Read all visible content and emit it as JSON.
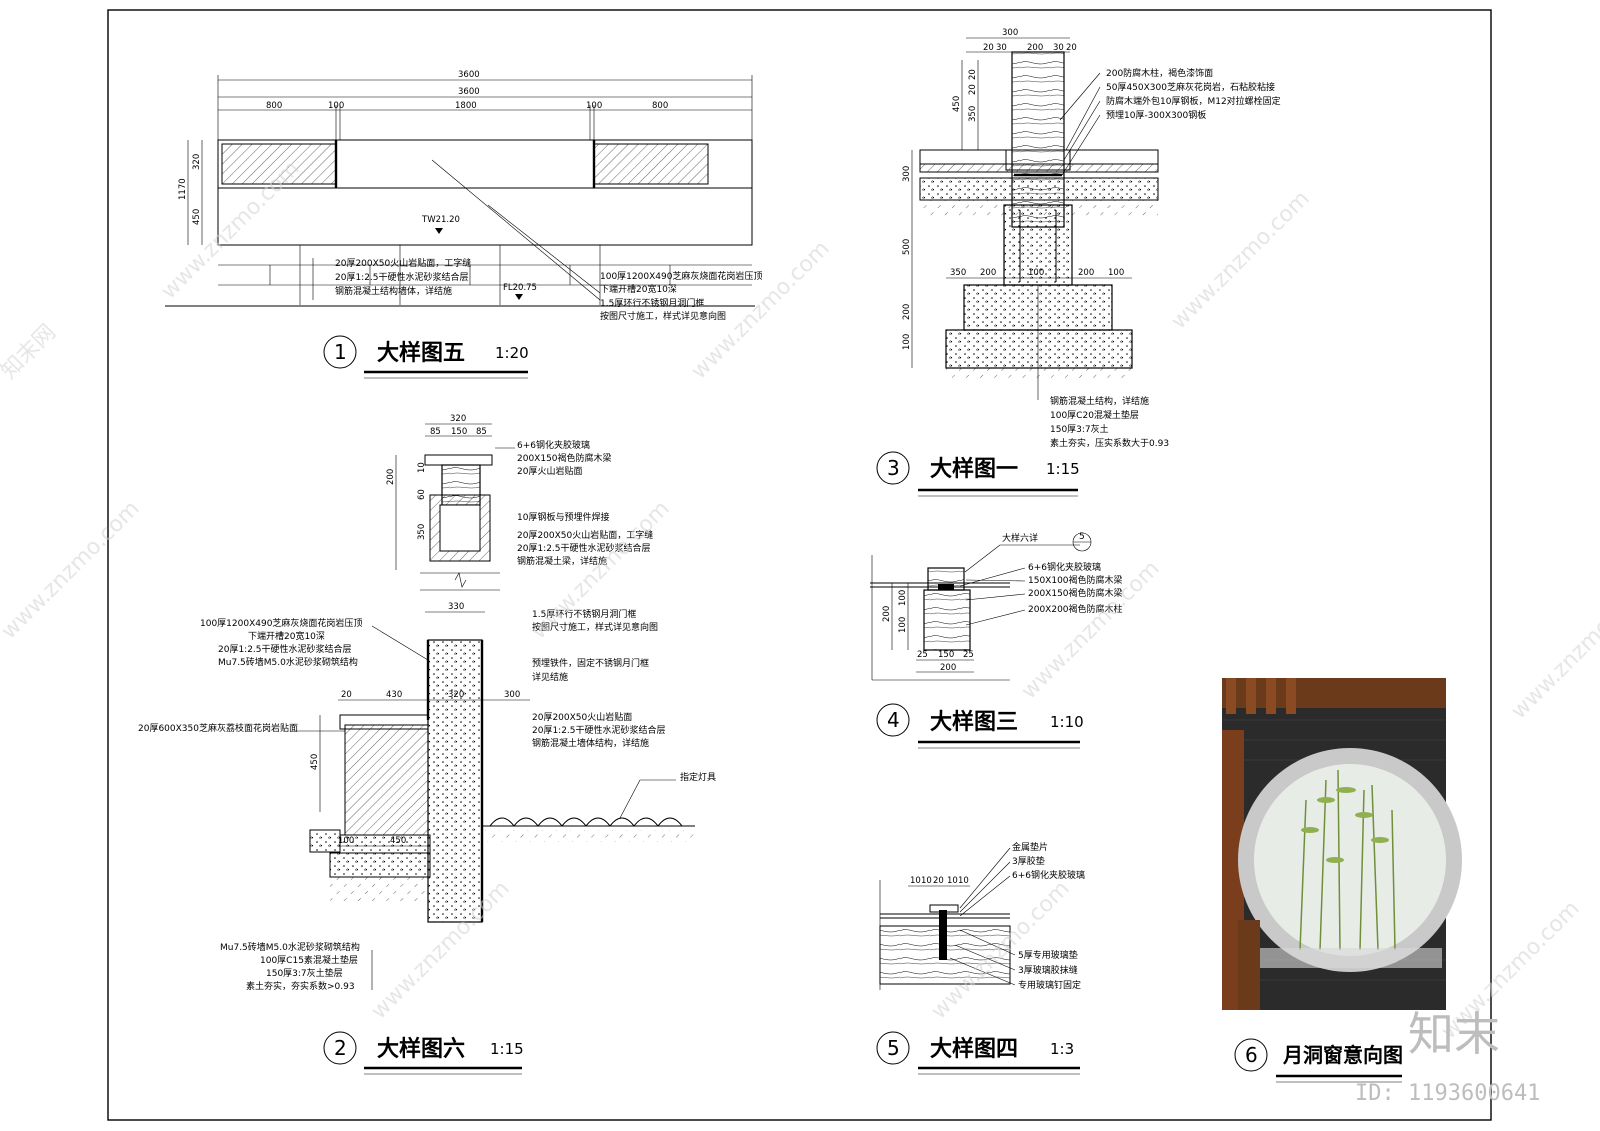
{
  "details": [
    {
      "number": "1",
      "title": "大样图五",
      "scale": "1:20",
      "dims": [
        "3600",
        "3600",
        "800",
        "100",
        "1800",
        "100",
        "800",
        "320",
        "1170",
        "450"
      ],
      "levels": [
        "TW21.20",
        "FL20.75"
      ],
      "notes": [
        "20厚200X50火山岩贴面，工字缝",
        "20厚1:2.5干硬性水泥砂浆结合层",
        "钢筋混凝土结构墙体，详结施",
        "100厚1200X490芝麻灰烧面花岗岩压顶",
        "下端开槽20宽10深",
        "1.5厚环行不锈钢月洞门框",
        "按图尺寸施工，样式详见意向图"
      ]
    },
    {
      "number": "3",
      "title": "大样图一",
      "scale": "1:15",
      "dims": [
        "300",
        "20",
        "30",
        "200",
        "30",
        "20",
        "20",
        "20",
        "450",
        "350",
        "300",
        "500",
        "100",
        "200",
        "350",
        "200",
        "100",
        "200",
        "100"
      ],
      "notes": [
        "200防腐木柱，褐色漆饰面",
        "50厚450X300芝麻灰花岗岩，石粘胶粘接",
        "防腐木端外包10厚钢板，M12对拉螺栓固定",
        "预埋10厚-300X300钢板",
        "钢筋混凝土结构，详结施",
        "100厚C20混凝土垫层",
        "150厚3:7灰土",
        "素土夯实，压实系数大于0.93"
      ]
    },
    {
      "number": "2",
      "title": "大样图六",
      "scale": "1:15",
      "dims": [
        "320",
        "85",
        "150",
        "85",
        "200",
        "10",
        "60",
        "350",
        "330",
        "20",
        "430",
        "320",
        "300",
        "450",
        "100",
        "450"
      ],
      "notes_right": [
        "6+6钢化夹胶玻璃",
        "200X150褐色防腐木梁",
        "20厚火山岩贴面",
        "10厚钢板与预埋件焊接",
        "20厚200X50火山岩贴面，工字缝",
        "20厚1:2.5干硬性水泥砂浆结合层",
        "钢筋混凝土梁，详结施",
        "1.5厚环行不锈钢月洞门框",
        "按图尺寸施工，样式详见意向图",
        "预埋铁件，固定不锈钢月门框",
        "详见结施",
        "20厚200X50火山岩贴面",
        "20厚1:2.5干硬性水泥砂浆结合层",
        "钢筋混凝土墙体结构，详结施",
        "指定灯具"
      ],
      "notes_left": [
        "100厚1200X490芝麻灰烧面花岗岩压顶",
        "下端开槽20宽10深",
        "20厚1:2.5干硬性水泥砂浆结合层",
        "Mu7.5砖墙M5.0水泥砂浆砌筑结构",
        "20厚600X350芝麻灰荔枝面花岗岩贴面",
        "Mu7.5砖墙M5.0水泥砂浆砌筑结构",
        "100厚C15素混凝土垫层",
        "150厚3:7灰土垫层",
        "素土夯实，夯实系数>0.93"
      ]
    },
    {
      "number": "4",
      "title": "大样图三",
      "scale": "1:10",
      "dims": [
        "100",
        "100",
        "200",
        "25",
        "150",
        "25",
        "200"
      ],
      "callout": {
        "label": "大样六详",
        "ref": "5"
      },
      "notes": [
        "6+6钢化夹胶玻璃",
        "150X100褐色防腐木梁",
        "200X150褐色防腐木梁",
        "200X200褐色防腐木柱"
      ]
    },
    {
      "number": "5",
      "title": "大样图四",
      "scale": "1:3",
      "dims": [
        "10",
        "10",
        "20",
        "10",
        "10"
      ],
      "notes": [
        "金属垫片",
        "3厚胶垫",
        "6+6钢化夹胶玻璃",
        "5厚专用玻璃垫",
        "3厚玻璃胶抹缝",
        "专用玻璃钉固定"
      ]
    },
    {
      "number": "6",
      "title": "月洞窗意向图",
      "scale": ""
    }
  ],
  "watermark": {
    "brand": "知末",
    "id": "ID: 1193600641",
    "site": "www.znzmo.com",
    "site_cn": "知末网"
  },
  "colors": {
    "ink": "#000000",
    "watermark": "#bdbdbd",
    "photo_wall": "#2b2b2b",
    "wood": "#8a4a22",
    "ring": "#c9c9c9"
  }
}
